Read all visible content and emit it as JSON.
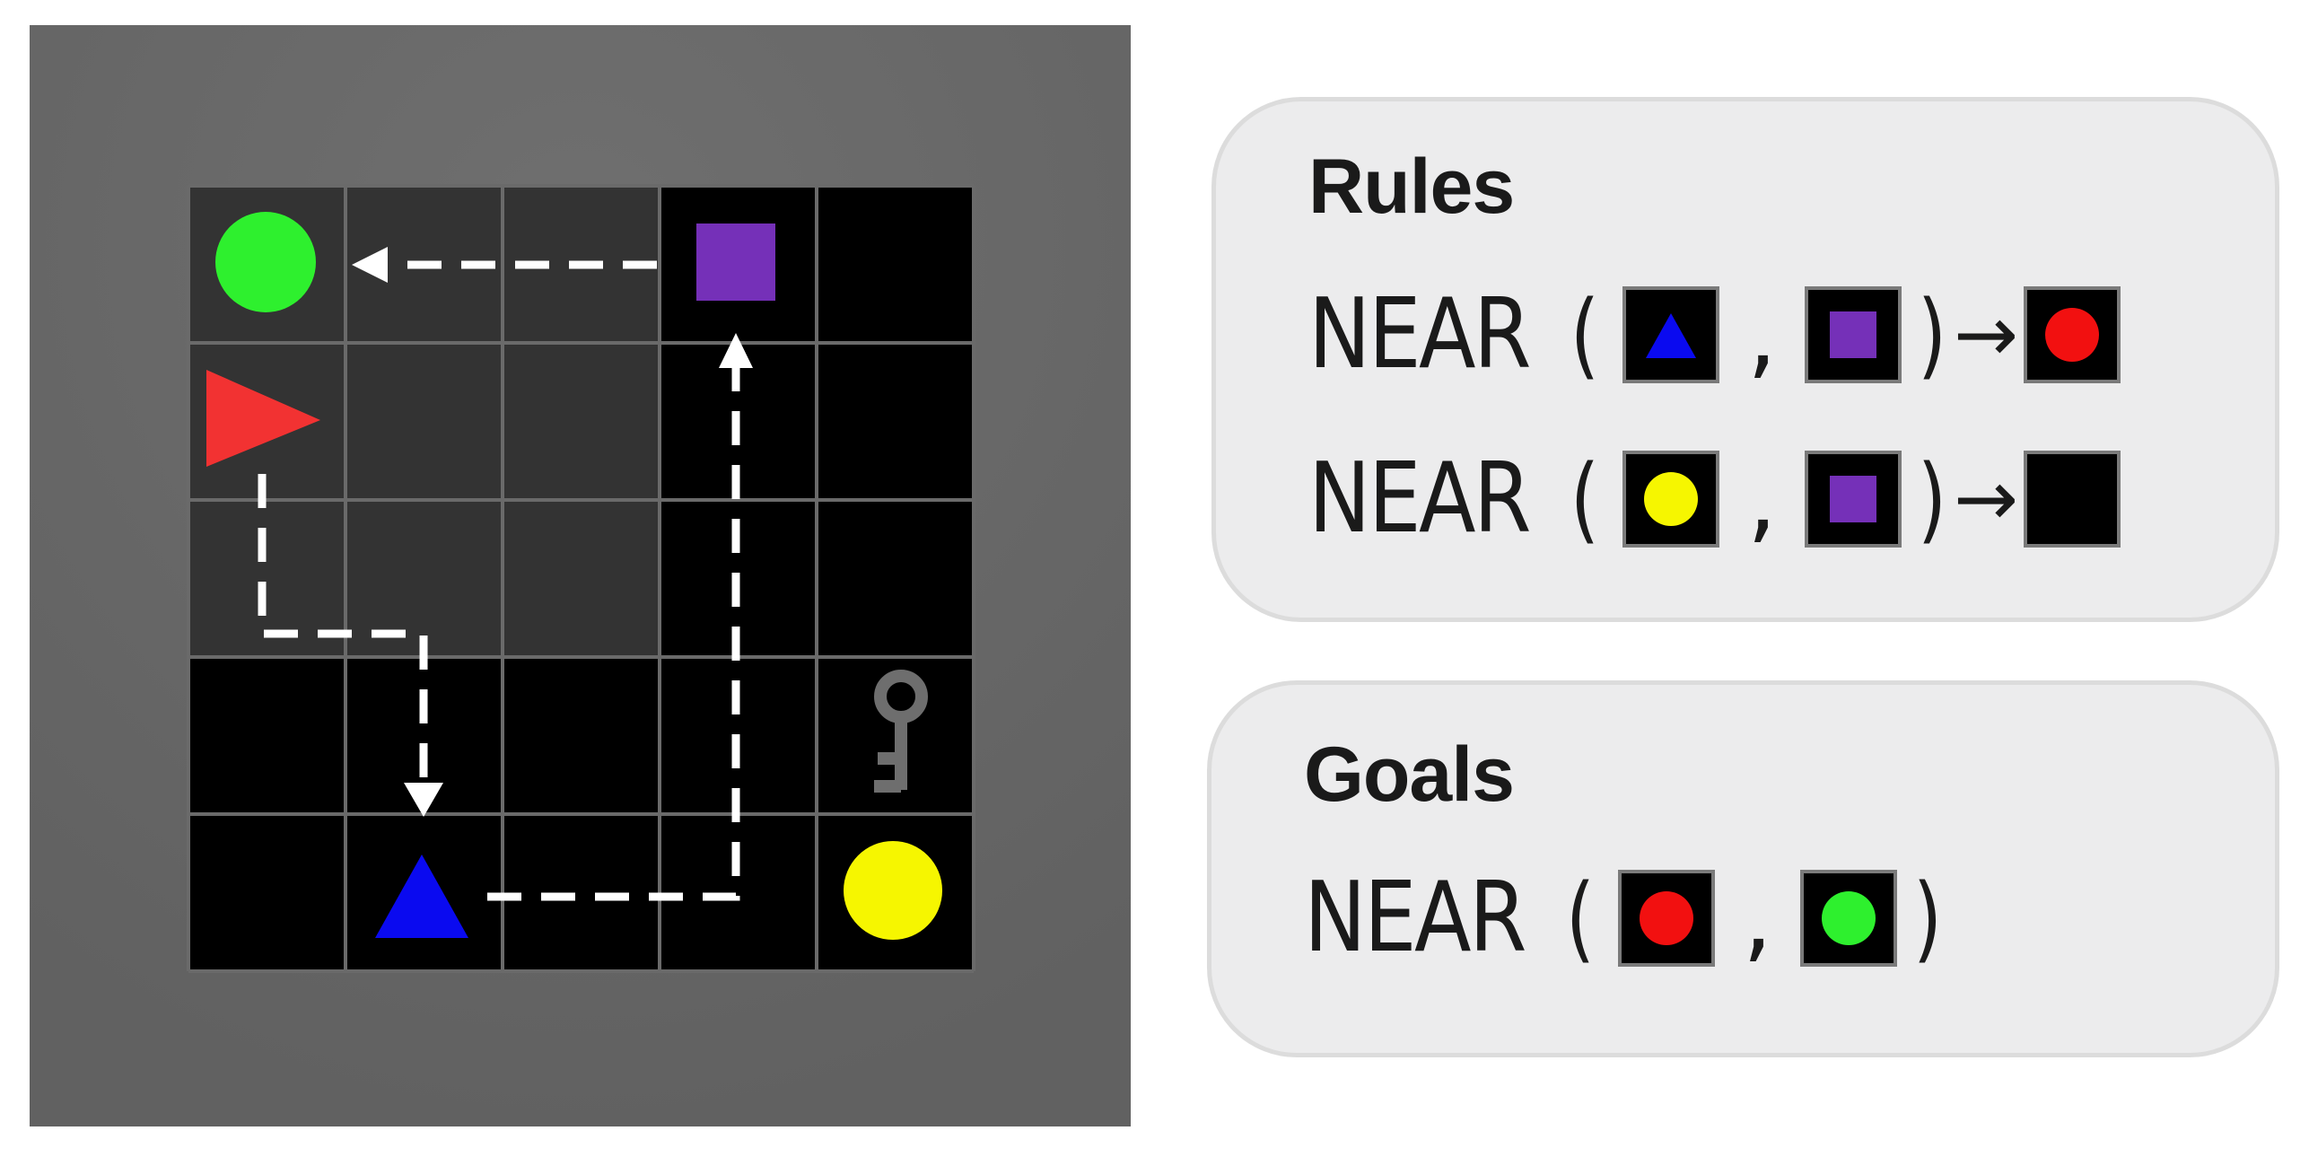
{
  "board": {
    "colors": {
      "border": "#676767",
      "visible_floor": "#333333",
      "dark_floor": "#000000",
      "grid_line": "#6a6a6a",
      "path": "#ffffff"
    },
    "pieces": {
      "agent": {
        "shape": "triangle-right",
        "color": "#f23232"
      },
      "green_circle": {
        "shape": "circle",
        "color": "#2ef02e"
      },
      "purple_square": {
        "shape": "square",
        "color": "#7530b8"
      },
      "blue_triangle": {
        "shape": "triangle-up",
        "color": "#0a0af0"
      },
      "yellow_circle": {
        "shape": "circle",
        "color": "#f6f600"
      },
      "key": {
        "icon": "key-icon",
        "color": "#6e6e6e"
      }
    }
  },
  "rules": {
    "title": "Rules",
    "items": [
      {
        "fn": "NEAR",
        "open": "(",
        "comma": ",",
        "close": ")",
        "arrow": "→",
        "args": [
          "blue-triangle",
          "purple-square"
        ],
        "result": "red-circle"
      },
      {
        "fn": "NEAR",
        "open": "(",
        "comma": ",",
        "close": ")",
        "arrow": "→",
        "args": [
          "yellow-circle",
          "purple-square"
        ],
        "result": "empty"
      }
    ]
  },
  "goals": {
    "title": "Goals",
    "items": [
      {
        "fn": "NEAR",
        "open": "(",
        "comma": ",",
        "close": ")",
        "args": [
          "red-circle",
          "green-circle"
        ]
      }
    ]
  }
}
